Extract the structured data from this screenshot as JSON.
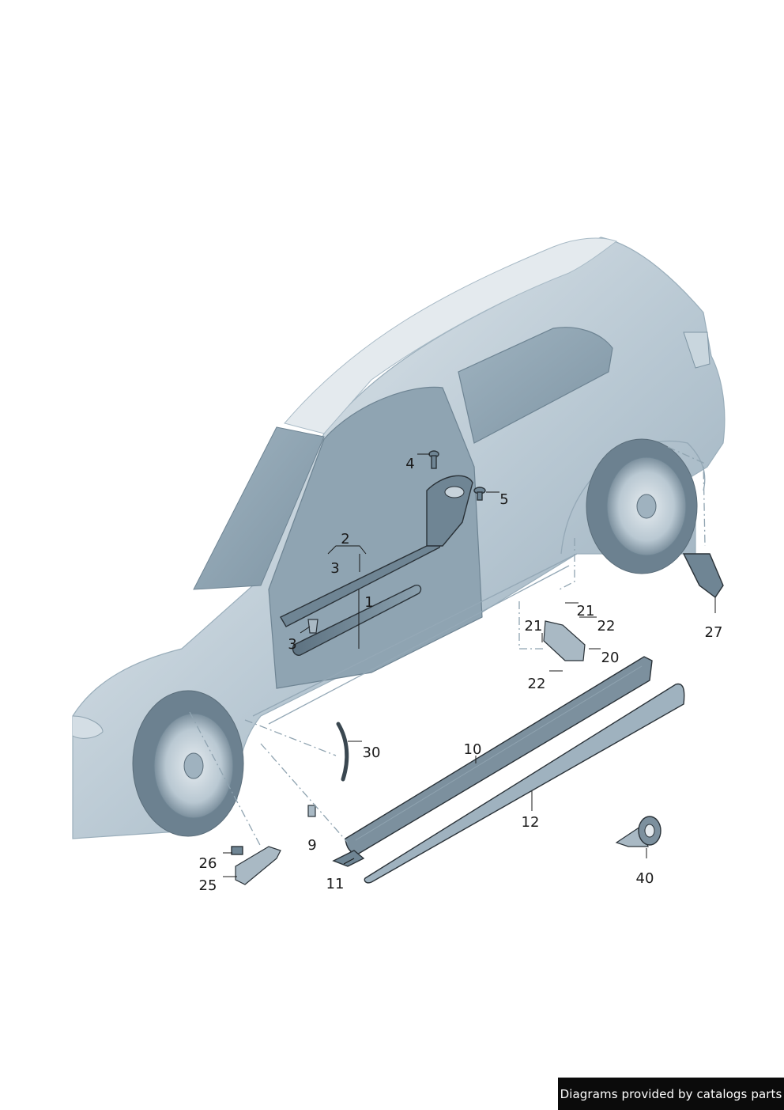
{
  "diagram": {
    "callouts": [
      {
        "id": "1",
        "label": "1"
      },
      {
        "id": "2",
        "label": "2"
      },
      {
        "id": "3a",
        "label": "3"
      },
      {
        "id": "3b",
        "label": "3"
      },
      {
        "id": "4",
        "label": "4"
      },
      {
        "id": "5",
        "label": "5"
      },
      {
        "id": "9",
        "label": "9"
      },
      {
        "id": "10",
        "label": "10"
      },
      {
        "id": "11",
        "label": "11"
      },
      {
        "id": "12",
        "label": "12"
      },
      {
        "id": "20",
        "label": "20"
      },
      {
        "id": "21a",
        "label": "21"
      },
      {
        "id": "21b",
        "label": "21"
      },
      {
        "id": "22a",
        "label": "22"
      },
      {
        "id": "22b",
        "label": "22"
      },
      {
        "id": "25",
        "label": "25"
      },
      {
        "id": "26",
        "label": "26"
      },
      {
        "id": "27",
        "label": "27"
      },
      {
        "id": "30",
        "label": "30"
      },
      {
        "id": "40",
        "label": "40"
      }
    ]
  },
  "footer": {
    "text": "Diagrams provided by catalogs parts"
  },
  "colors": {
    "body_tint": "#a9bcc9",
    "part_fill": "#6f8594",
    "line": "#1a1a1a"
  }
}
